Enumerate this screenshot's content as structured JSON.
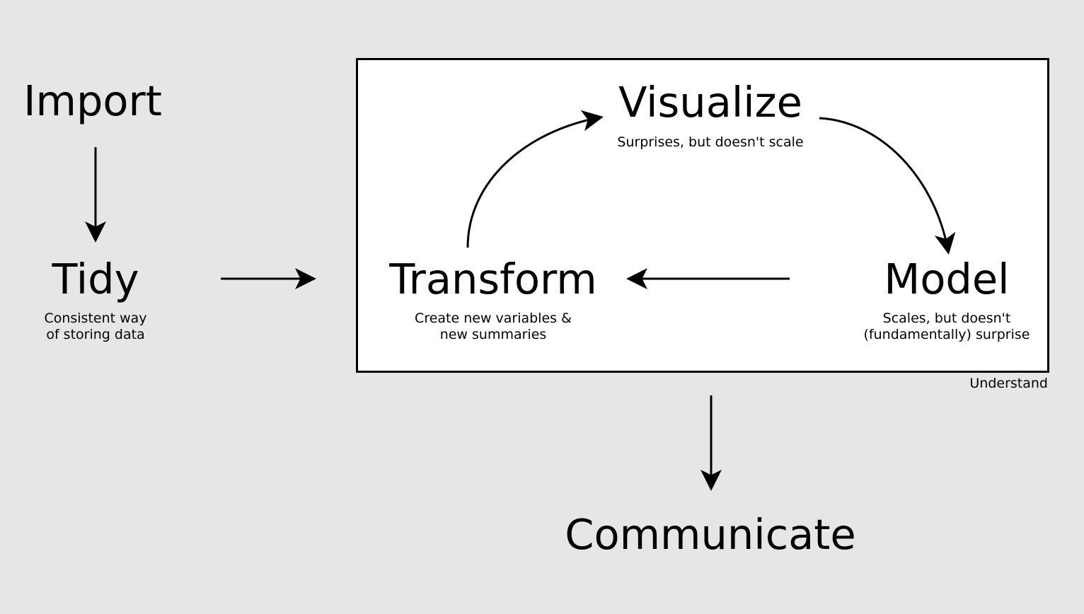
{
  "diagram": {
    "colors": {
      "background": "#e6e6e6",
      "box_fill": "#ffffff",
      "stroke": "#000000"
    },
    "nodes": {
      "import": {
        "title": "Import"
      },
      "tidy": {
        "title": "Tidy",
        "subtitle_lines": [
          "Consistent way",
          "of storing data"
        ]
      },
      "visualize": {
        "title": "Visualize",
        "subtitle_lines": [
          "Surprises, but doesn't scale"
        ]
      },
      "transform": {
        "title": "Transform",
        "subtitle_lines": [
          "Create new variables &",
          "new summaries"
        ]
      },
      "model": {
        "title": "Model",
        "subtitle_lines": [
          "Scales, but doesn't",
          "(fundamentally) surprise"
        ]
      },
      "communicate": {
        "title": "Communicate"
      }
    },
    "understand_box": {
      "label": "Understand"
    },
    "edges": [
      {
        "from": "import",
        "to": "tidy"
      },
      {
        "from": "tidy",
        "to": "transform"
      },
      {
        "from": "transform",
        "to": "visualize"
      },
      {
        "from": "visualize",
        "to": "model"
      },
      {
        "from": "model",
        "to": "transform"
      },
      {
        "from": "understand",
        "to": "communicate"
      }
    ]
  }
}
